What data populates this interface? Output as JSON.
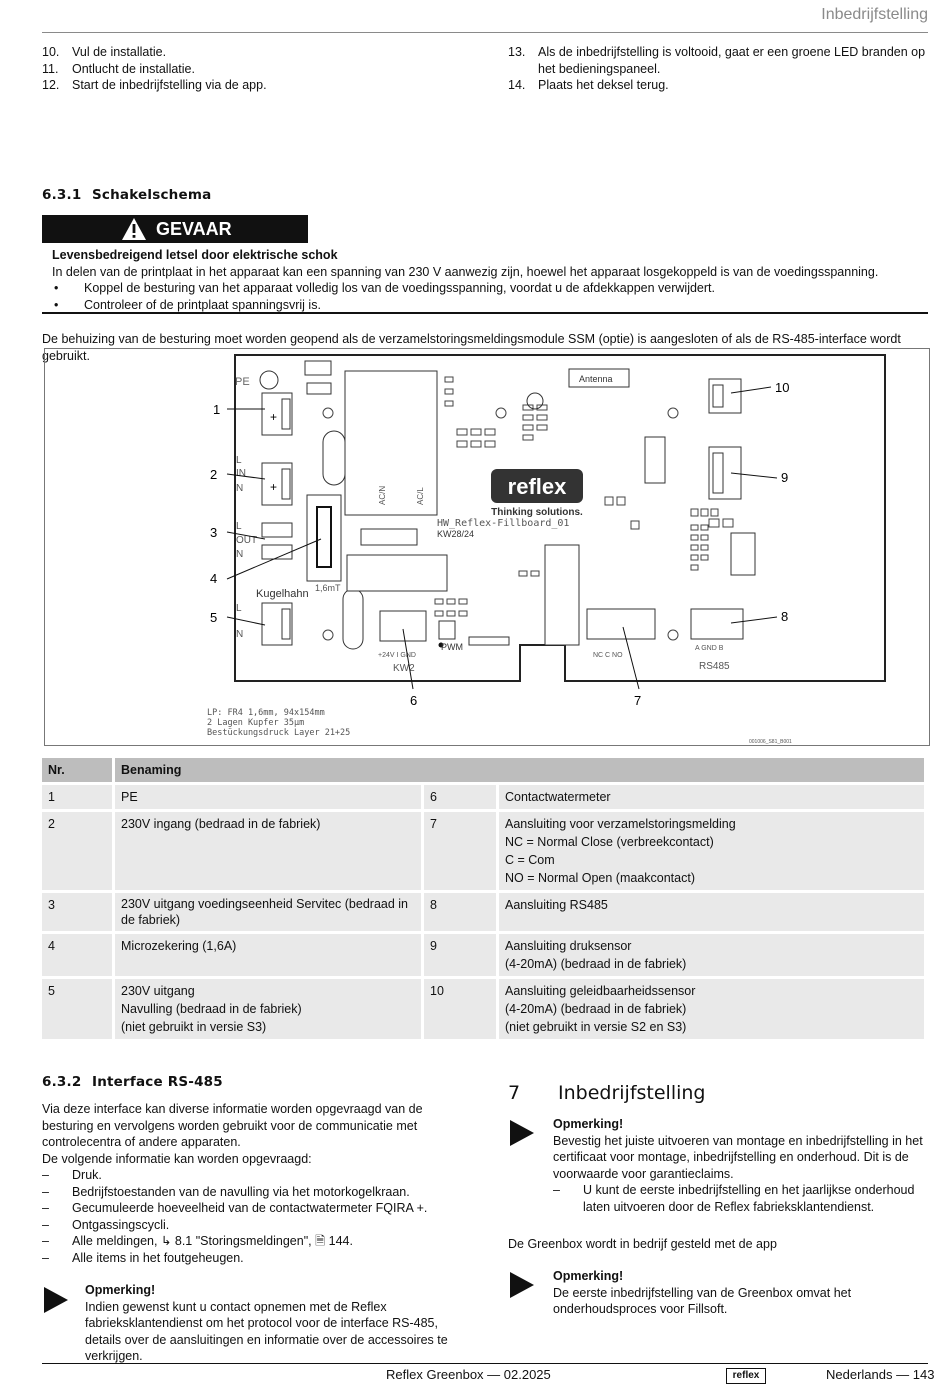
{
  "header": {
    "title": "Inbedrijfstelling"
  },
  "steps_left": [
    {
      "num": "10.",
      "text": "Vul de installatie."
    },
    {
      "num": "11.",
      "text": "Ontlucht de installatie."
    },
    {
      "num": "12.",
      "text": "Start de inbedrijfstelling via de app."
    }
  ],
  "steps_right": [
    {
      "num": "13.",
      "text": "Als de inbedrijfstelling is voltooid, gaat er een groene LED branden op het bedieningspaneel."
    },
    {
      "num": "14.",
      "text": "Plaats het deksel terug."
    }
  ],
  "section_631": {
    "num": "6.3.1",
    "title": "Schakelschema"
  },
  "danger": {
    "label": "GEVAAR",
    "title": "Levensbedreigend letsel door elektrische schok",
    "text": "In delen van de printplaat in het apparaat kan een spanning van 230 V aanwezig zijn, hoewel het apparaat losgekoppeld is van de voedingsspanning.",
    "bullets": [
      "Koppel de besturing van het apparaat volledig los van de voedingsspanning, voordat u de afdekkappen verwijdert.",
      "Controleer of de printplaat spanningsvrij is."
    ],
    "bullet_char": "•"
  },
  "housing_note": "De behuizing van de besturing moet worden geopend als de verzamelstoringsmeldingsmodule SSM (optie) is aangesloten of als de RS-485-interface wordt gebruikt.",
  "figure": {
    "callouts": [
      "1",
      "2",
      "3",
      "4",
      "5",
      "6",
      "7",
      "8",
      "9",
      "10"
    ],
    "labels": {
      "pe": "PE",
      "in": "IN",
      "l": "L",
      "n": "N",
      "out": "OUT",
      "kugelhahn": "Kugelhahn",
      "fuse": "1,6mT",
      "antenna": "Antenna",
      "board": "HW_Reflex-Fillboard_01",
      "kw": "KW28/24",
      "brand": "reflex",
      "slogan": "Thinking solutions.",
      "pwm": "PWM",
      "kw2": "KW2",
      "kw2_pins": "+24V  I   GND",
      "rs485": "RS485",
      "rs485_pins": "A  GND  B",
      "ssm_pins": "NC    C    NO",
      "acn": "AC/N",
      "acl": "AC/L"
    },
    "spec_lines": [
      "LP: FR4  1,6mm, 94x154mm",
      "2 Lagen Kupfer 35µm",
      "Bestückungsdruck Layer 21+25"
    ],
    "ref": "001006_S81_B001"
  },
  "table": {
    "headers": [
      "Nr.",
      "Benaming"
    ],
    "rows": [
      {
        "n1": "1",
        "b1": [
          "PE"
        ],
        "n2": "6",
        "b2": [
          "Contactwatermeter"
        ]
      },
      {
        "n1": "2",
        "b1": [
          "230V ingang (bedraad in de fabriek)"
        ],
        "n2": "7",
        "b2": [
          "Aansluiting voor verzamelstoringsmelding",
          "NC = Normal Close (verbreekcontact)",
          "C = Com",
          "NO = Normal Open (maakcontact)"
        ]
      },
      {
        "n1": "3",
        "b1": [
          "230V uitgang voedingseenheid Servitec (bedraad in de fabriek)"
        ],
        "n2": "8",
        "b2": [
          "Aansluiting RS485"
        ]
      },
      {
        "n1": "4",
        "b1": [
          "Microzekering (1,6A)"
        ],
        "n2": "9",
        "b2": [
          "Aansluiting druksensor",
          "(4-20mA) (bedraad in de fabriek)"
        ]
      },
      {
        "n1": "5",
        "b1": [
          "230V uitgang",
          "Navulling (bedraad in de fabriek)",
          "(niet gebruikt in versie S3)"
        ],
        "n2": "10",
        "b2": [
          "Aansluiting geleidbaarheidssensor",
          "(4-20mA) (bedraad in de fabriek)",
          "(niet gebruikt in versie S2 en S3)"
        ]
      }
    ]
  },
  "section_632": {
    "num": "6.3.2",
    "title": "Interface RS-485",
    "intro": "Via deze interface kan diverse informatie worden opgevraagd van de besturing en vervolgens worden gebruikt voor de communicatie met controlecentra of andere apparaten.",
    "lead": "De volgende informatie kan worden opgevraagd:",
    "dash": "–",
    "items": [
      "Druk.",
      "Bedrijfstoestanden van de navulling via het motorkogelkraan.",
      "Gecumuleerde hoeveelheid van de contactwatermeter FQIRA +.",
      "Ontgassingscycli.",
      "Alle meldingen, ↳ 8.1 \"Storingsmeldingen\", 🗎 144.",
      "Alle items in het foutgeheugen."
    ],
    "note_title": "Opmerking!",
    "note_text": "Indien gewenst kunt u contact opnemen met de Reflex fabrieksklantendienst om het protocol voor de interface RS-485, details over de aansluitingen en informatie over de accessoires te verkrijgen."
  },
  "section_7": {
    "num": "7",
    "title": "Inbedrijfstelling",
    "note1_title": "Opmerking!",
    "note1_text": "Bevestig het juiste uitvoeren van montage en inbedrijfstelling in het certificaat voor montage, inbedrijfstelling en onderhoud. Dit is de voorwaarde voor garantieclaims.",
    "note1_sub": "U kunt de eerste inbedrijfstelling en het jaarlijkse onderhoud laten uitvoeren door de Reflex fabrieksklantendienst.",
    "dash": "–",
    "app_text": "De Greenbox wordt in bedrijf gesteld met de app",
    "note2_title": "Opmerking!",
    "note2_text": "De eerste inbedrijfstelling van de Greenbox omvat het onderhoudsproces voor Fillsoft."
  },
  "footer": {
    "doc": "Reflex Greenbox — 02.2025",
    "logo": "reflex",
    "lang": "Nederlands",
    "sep": "—",
    "page": "143"
  }
}
